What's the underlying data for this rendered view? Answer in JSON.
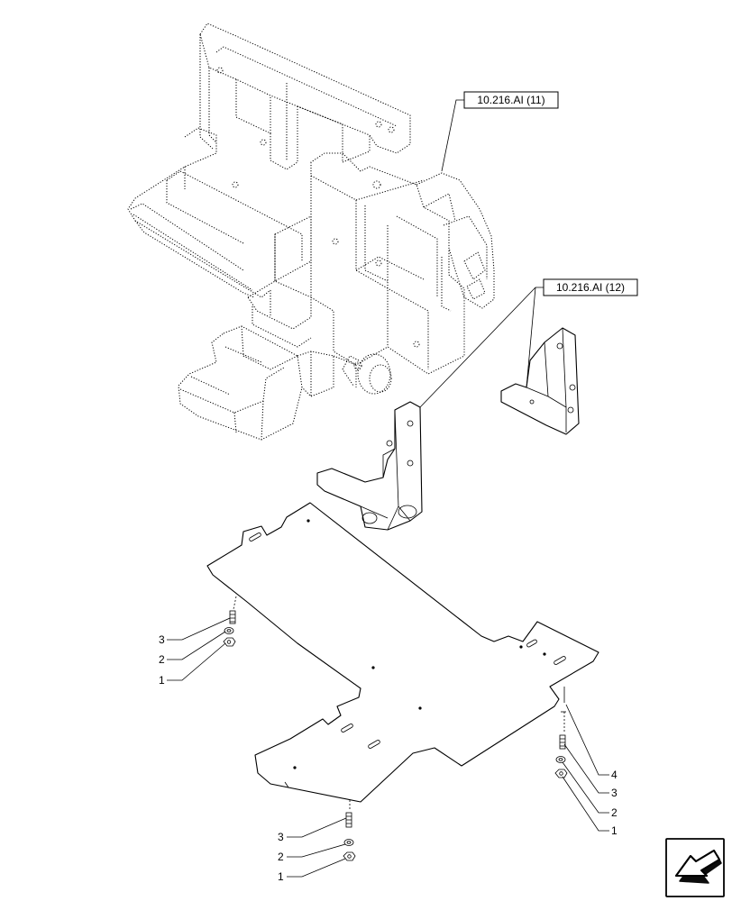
{
  "references": [
    {
      "label": "10.216.AI (11)"
    },
    {
      "label": "10.216.AI (12)"
    }
  ],
  "callouts": {
    "left_group": [
      "3",
      "2",
      "1"
    ],
    "right_group": [
      "4",
      "3",
      "2",
      "1"
    ],
    "bottom_group": [
      "3",
      "2",
      "1"
    ]
  },
  "nav_icon": "next-page-arrow-icon"
}
